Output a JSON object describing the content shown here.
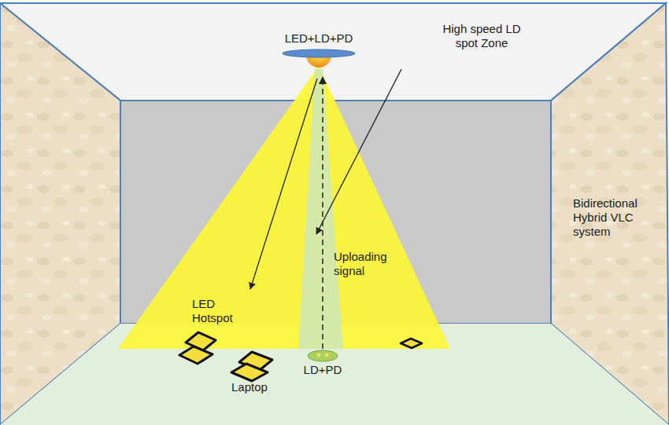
{
  "diagram": {
    "nodes": [
      {
        "text": [
          "LED+LD+PD"
        ]
      },
      {
        "text": [
          "LD+PD"
        ]
      }
    ],
    "edges": [
      {
        "from": 1,
        "to": 0,
        "arrow": "to",
        "label": "Uploading signal"
      }
    ],
    "labels": [
      "High speed LD spot Zone",
      "Bidirectional Hybrid VLC system",
      "LED Hotspot",
      "Laptop"
    ]
  }
}
